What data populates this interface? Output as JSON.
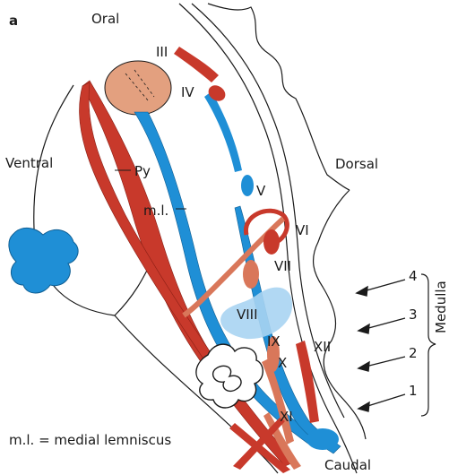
{
  "panel_letter": "a",
  "orientation": {
    "oral": "Oral",
    "ventral": "Ventral",
    "dorsal": "Dorsal",
    "caudal": "Caudal"
  },
  "labels": {
    "pyramidal_tract": "Py",
    "medial_lemniscus": "m.l."
  },
  "nuclei": [
    "III",
    "IV",
    "V",
    "VI",
    "VII",
    "VIII",
    "IX",
    "X",
    "XI",
    "XII"
  ],
  "levels": [
    "4",
    "3",
    "2",
    "1"
  ],
  "region": "Medulla",
  "legend": "m.l. = medial lemniscus",
  "colors": {
    "motor_red": "#c8392b",
    "sensory_blue": "#1f8fd6",
    "light_blue": "#a9d4f2",
    "salmon": "#d9775a",
    "thalamus": "#e3a07f",
    "outline": "#1a1a1a"
  }
}
